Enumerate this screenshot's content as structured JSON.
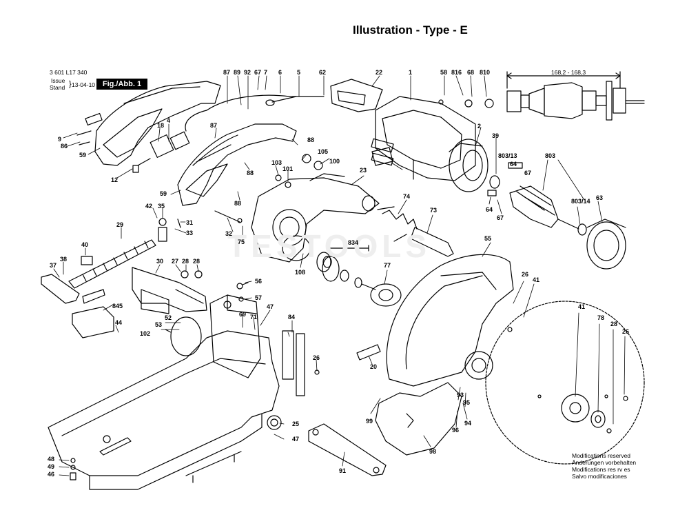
{
  "title": "Illustration - Type - E",
  "doc_number": "3 601 L17 340",
  "issue_label": "Issue",
  "stand_label": "Stand",
  "issue_date": "13-04-10",
  "fig_label": "Fig./Abb. 1",
  "dimension": "168,2 - 168,3",
  "watermark": "TESTOOLS",
  "notes": [
    "Modifications reserved",
    "Änderungen vorbehalten",
    "Modifications res rv es",
    "Salvo modificaciones"
  ],
  "part_labels": [
    "87",
    "89",
    "92",
    "67",
    "7",
    "6",
    "5",
    "62",
    "22",
    "1",
    "58",
    "816",
    "68",
    "810",
    "9",
    "86",
    "59",
    "18",
    "4",
    "87",
    "88",
    "105",
    "100",
    "103",
    "101",
    "12",
    "59",
    "88",
    "88",
    "23",
    "2",
    "39",
    "64",
    "803/13",
    "803",
    "67",
    "42",
    "35",
    "31",
    "33",
    "32",
    "75",
    "74",
    "73",
    "64",
    "67",
    "803/14",
    "63",
    "29",
    "40",
    "37",
    "38",
    "30",
    "27",
    "28",
    "28",
    "834",
    "108",
    "77",
    "55",
    "56",
    "57",
    "47",
    "845",
    "52",
    "53",
    "102",
    "69",
    "71",
    "84",
    "44",
    "26",
    "26",
    "41",
    "41",
    "78",
    "28",
    "26",
    "20",
    "99",
    "93",
    "95",
    "94",
    "96",
    "25",
    "47",
    "48",
    "49",
    "46",
    "91",
    "98"
  ]
}
